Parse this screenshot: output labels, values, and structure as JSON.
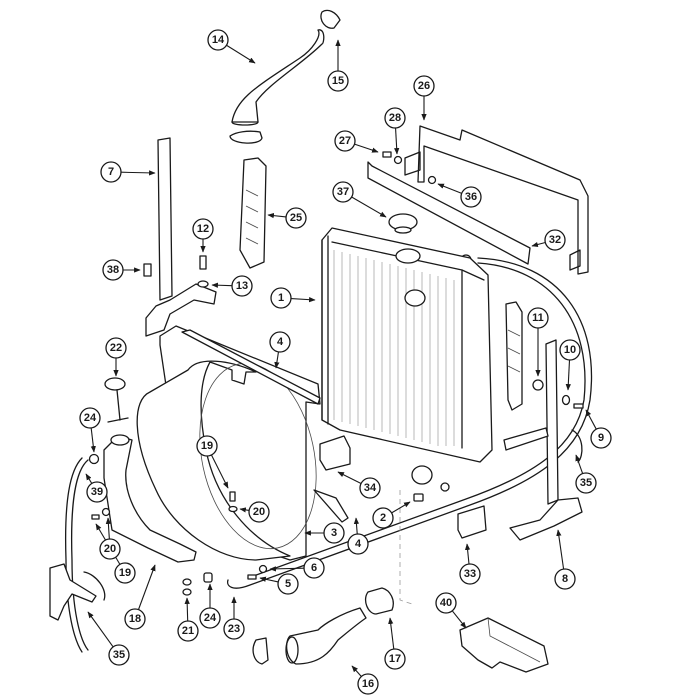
{
  "diagram": {
    "type": "exploded-parts-view",
    "subject": "radiator-cooling-assembly",
    "line_color": "#1a1a1a",
    "background": "#ffffff",
    "callouts": [
      {
        "id": "c1",
        "label": "1"
      },
      {
        "id": "c2",
        "label": "2"
      },
      {
        "id": "c3",
        "label": "3"
      },
      {
        "id": "c4a",
        "label": "4"
      },
      {
        "id": "c4b",
        "label": "4"
      },
      {
        "id": "c5",
        "label": "5"
      },
      {
        "id": "c6",
        "label": "6"
      },
      {
        "id": "c7",
        "label": "7"
      },
      {
        "id": "c8",
        "label": "8"
      },
      {
        "id": "c9",
        "label": "9"
      },
      {
        "id": "c10",
        "label": "10"
      },
      {
        "id": "c11",
        "label": "11"
      },
      {
        "id": "c12",
        "label": "12"
      },
      {
        "id": "c13",
        "label": "13"
      },
      {
        "id": "c14",
        "label": "14"
      },
      {
        "id": "c15",
        "label": "15"
      },
      {
        "id": "c16",
        "label": "16"
      },
      {
        "id": "c17",
        "label": "17"
      },
      {
        "id": "c18",
        "label": "18"
      },
      {
        "id": "c19a",
        "label": "19"
      },
      {
        "id": "c19b",
        "label": "19"
      },
      {
        "id": "c20a",
        "label": "20"
      },
      {
        "id": "c20b",
        "label": "20"
      },
      {
        "id": "c21",
        "label": "21"
      },
      {
        "id": "c22",
        "label": "22"
      },
      {
        "id": "c23",
        "label": "23"
      },
      {
        "id": "c24a",
        "label": "24"
      },
      {
        "id": "c24b",
        "label": "24"
      },
      {
        "id": "c25",
        "label": "25"
      },
      {
        "id": "c26",
        "label": "26"
      },
      {
        "id": "c27",
        "label": "27"
      },
      {
        "id": "c28",
        "label": "28"
      },
      {
        "id": "c32",
        "label": "32"
      },
      {
        "id": "c33",
        "label": "33"
      },
      {
        "id": "c34",
        "label": "34"
      },
      {
        "id": "c35a",
        "label": "35"
      },
      {
        "id": "c35b",
        "label": "35"
      },
      {
        "id": "c36",
        "label": "36"
      },
      {
        "id": "c37",
        "label": "37"
      },
      {
        "id": "c38",
        "label": "38"
      },
      {
        "id": "c39",
        "label": "39"
      },
      {
        "id": "c40",
        "label": "40"
      }
    ]
  }
}
